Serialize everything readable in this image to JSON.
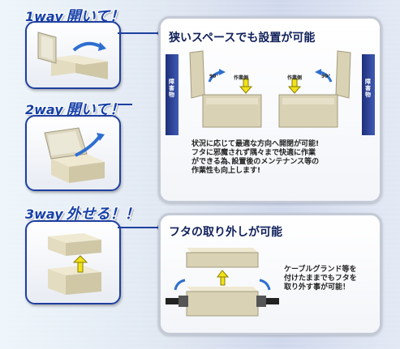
{
  "ways": [
    {
      "way": "1way",
      "label": "開いて！"
    },
    {
      "way": "2way",
      "label": "開いて！"
    },
    {
      "way": "3way",
      "label": "外せる！！"
    }
  ],
  "panel1": {
    "title": "狭いスペースでも設置が可能",
    "wall_label": "障害物",
    "left_angle": "90°",
    "left_side": "作業側",
    "right_side": "作業側",
    "right_angle": "90°",
    "description": "状況に応じて最適な方向へ開閉が可能!\nフタに邪魔されず隅々まで快適に作業\nができる為､設置後のメンテナンス等の\n作業性も向上します!"
  },
  "panel2": {
    "title": "フタの取り外しが可能",
    "description": "ケーブルグランド等を\n付けたままでもフタを\n取り外す事が可能！"
  },
  "colors": {
    "accent": "#1f3fa0",
    "arrow": "#f2e21a",
    "box": "#d9d2b4"
  }
}
